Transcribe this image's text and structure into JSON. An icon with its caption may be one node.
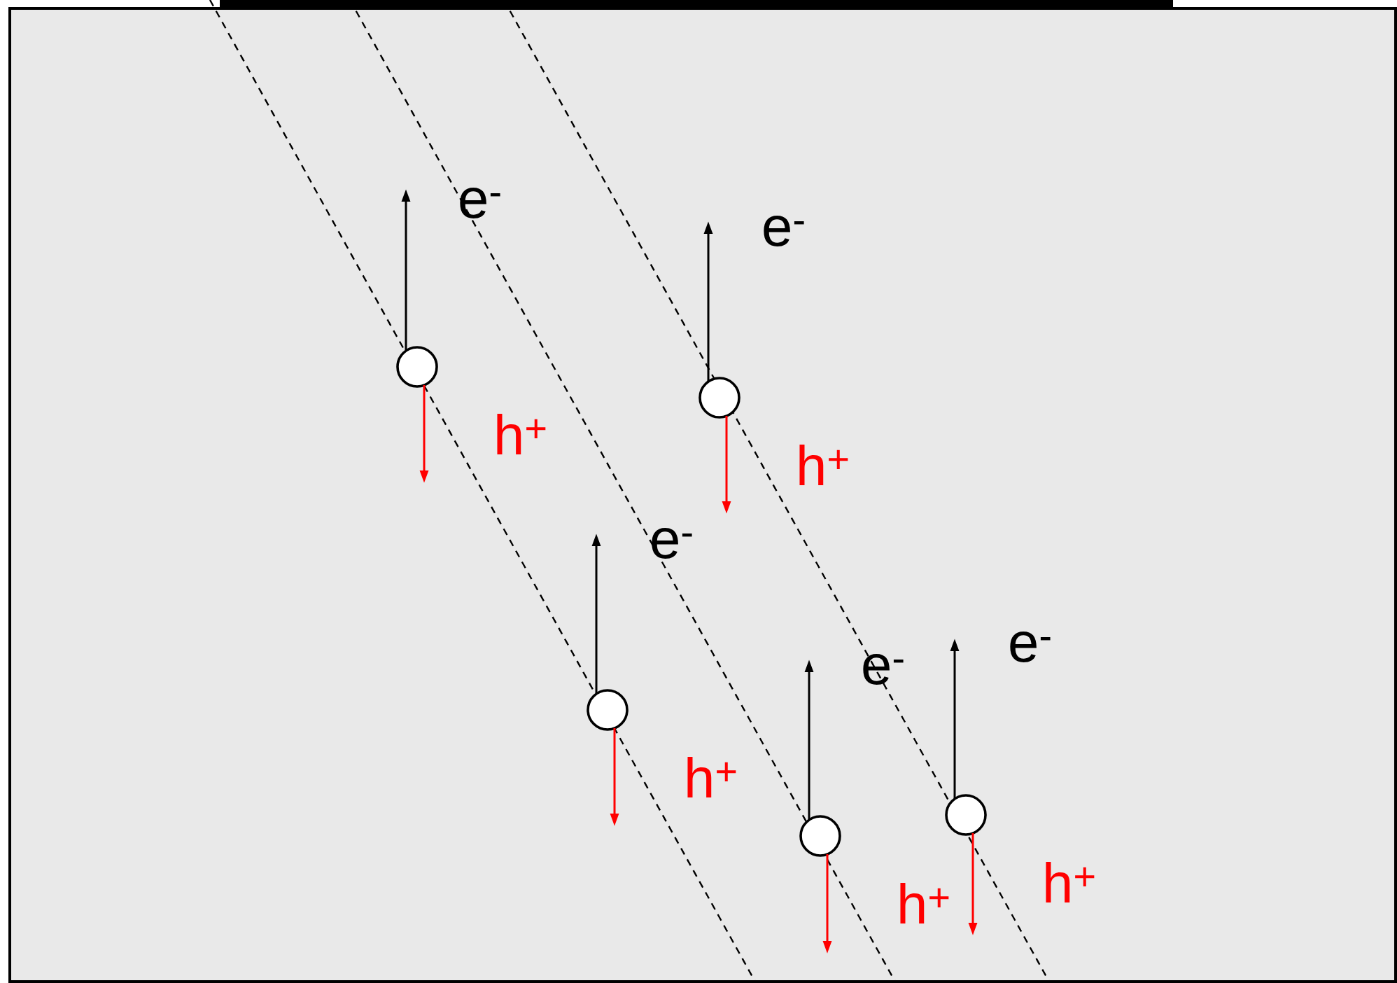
{
  "diagram": {
    "nodes": [
      {
        "text": [],
        "shape": "circle"
      },
      {
        "text": [],
        "shape": "circle"
      },
      {
        "text": [],
        "shape": "circle"
      },
      {
        "text": [],
        "shape": "circle"
      },
      {
        "text": [],
        "shape": "circle"
      }
    ],
    "edges": [
      {
        "from": 0,
        "to": null,
        "arrow": "to",
        "label": "e$^{-}$"
      },
      {
        "from": 0,
        "to": null,
        "arrow": "to",
        "label": "h$^{+}$",
        "color": "#ff0000"
      },
      {
        "from": 1,
        "to": null,
        "arrow": "to",
        "label": "e$^{-}$"
      },
      {
        "from": 1,
        "to": null,
        "arrow": "to",
        "label": "h$^{+}$",
        "color": "#ff0000"
      },
      {
        "from": 2,
        "to": null,
        "arrow": "to",
        "label": "e$^{-}$"
      },
      {
        "from": 2,
        "to": null,
        "arrow": "to",
        "label": "h$^{+}$",
        "color": "#ff0000"
      },
      {
        "from": 3,
        "to": null,
        "arrow": "to",
        "label": "e$^{-}$"
      },
      {
        "from": 3,
        "to": null,
        "arrow": "to",
        "label": "h$^{+}$",
        "color": "#ff0000"
      },
      {
        "from": 4,
        "to": null,
        "arrow": "to",
        "label": "e$^{-}$"
      },
      {
        "from": 4,
        "to": null,
        "arrow": "to",
        "label": "h$^{+}$",
        "color": "#ff0000"
      }
    ]
  }
}
